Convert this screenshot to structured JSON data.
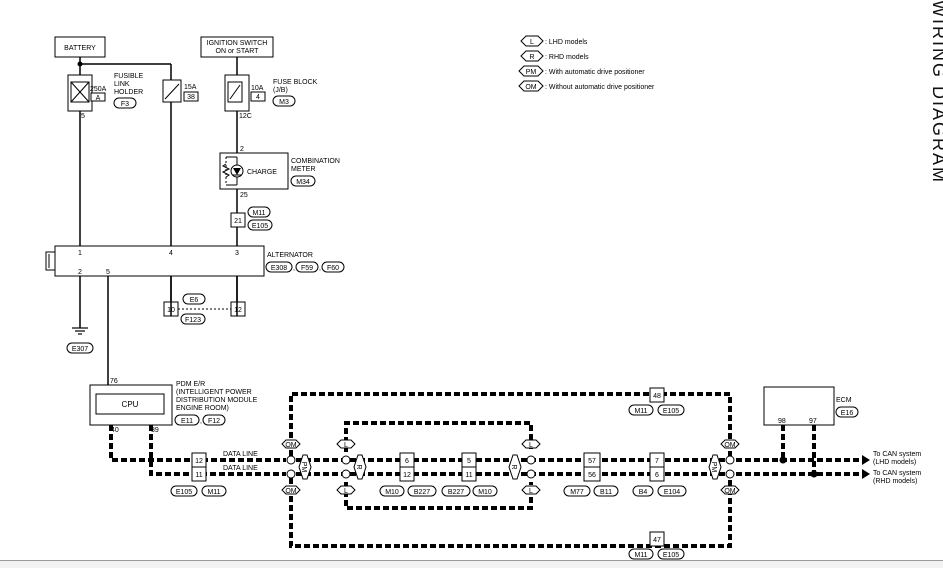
{
  "battery": "BATTERY",
  "ignition": {
    "line1": "IGNITION SWITCH",
    "line2": "ON or START"
  },
  "fusible_link": {
    "line1": "FUSIBLE",
    "line2": "LINK",
    "line3": "HOLDER",
    "amp": "250A",
    "letter": "A",
    "conn": "F3",
    "pin": "5"
  },
  "fuse15": {
    "amp": "15A",
    "num": "38"
  },
  "fuse_block": {
    "line1": "FUSE BLOCK",
    "line2": "(J/B)",
    "amp": "10A",
    "num": "4",
    "conn": "M3",
    "pin": "12C"
  },
  "meter": {
    "line1": "COMBINATION",
    "line2": "METER",
    "charge": "CHARGE",
    "conn": "M34",
    "pin_top": "2",
    "pin_bottom": "25"
  },
  "conn21": {
    "pin": "21",
    "c1": "M11",
    "c2": "E105"
  },
  "conn_e6": {
    "pin10": "10",
    "pin12": "12",
    "c1": "E6",
    "c2": "F123"
  },
  "alternator": {
    "title": "ALTERNATOR",
    "pins": [
      "1",
      "4",
      "3",
      "2",
      "5"
    ],
    "c1": "E308",
    "c2": "F59",
    "c3": "F60"
  },
  "ground": {
    "conn": "E307"
  },
  "pdm": {
    "line1": "PDM E/R",
    "line2": "(INTELLIGENT POWER",
    "line3": "DISTRIBUTION MODULE",
    "line4": "ENGINE ROOM)",
    "cpu": "CPU",
    "pin76": "76",
    "pin40": "40",
    "pin39": "39",
    "c1": "E11",
    "c2": "F12"
  },
  "legend": [
    {
      "sym": "L",
      "text": ": LHD models"
    },
    {
      "sym": "R",
      "text": ": RHD models"
    },
    {
      "sym": "PM",
      "text": ": With automatic drive positioner"
    },
    {
      "sym": "OM",
      "text": ": Without automatic drive positioner"
    }
  ],
  "data_line": "DATA LINE",
  "joints": {
    "j1": {
      "top": "12",
      "bot": "11",
      "c1": "E105",
      "c2": "M11"
    },
    "j2": {
      "top": "6",
      "bot": "12",
      "c1": "M10",
      "c2": "B227"
    },
    "j3": {
      "top": "5",
      "bot": "11",
      "c1": "B227",
      "c2": "M10"
    },
    "j4": {
      "top": "57",
      "bot": "56",
      "c1": "M77",
      "c2": "B11"
    },
    "j5": {
      "top": "7",
      "bot": "6",
      "c1": "B4",
      "c2": "E104"
    },
    "j48": {
      "pin": "48",
      "c1": "M11",
      "c2": "E105"
    },
    "j47": {
      "pin": "47",
      "c1": "M11",
      "c2": "E105"
    }
  },
  "ecm": {
    "title": "ECM",
    "conn": "E16",
    "pin98": "98",
    "pin97": "97"
  },
  "can": {
    "lhd1": "To CAN system",
    "lhd2": "(LHD models)",
    "rhd1": "To CAN system",
    "rhd2": "(RHD models)"
  },
  "sym": {
    "L": "L",
    "R": "R",
    "PM": "PM",
    "OM": "OM"
  },
  "sidebar_text": "WIRING DIAGRAM"
}
